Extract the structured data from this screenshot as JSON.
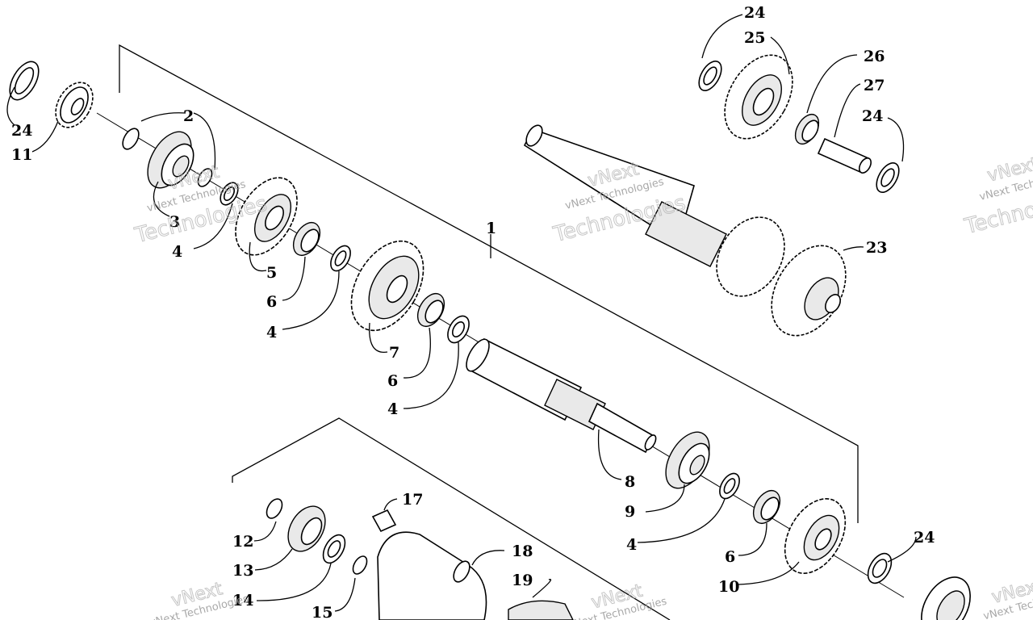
{
  "diagram": {
    "callouts": [
      "1",
      "2",
      "3",
      "4",
      "4",
      "4",
      "4",
      "5",
      "6",
      "6",
      "6",
      "7",
      "8",
      "9",
      "10",
      "11",
      "12",
      "13",
      "14",
      "15",
      "17",
      "18",
      "19",
      "23",
      "24",
      "24",
      "24",
      "24",
      "25",
      "26",
      "27"
    ],
    "watermark": {
      "line1": "vNext",
      "line2": "vNext Technologies",
      "line3": "Technologies"
    }
  }
}
